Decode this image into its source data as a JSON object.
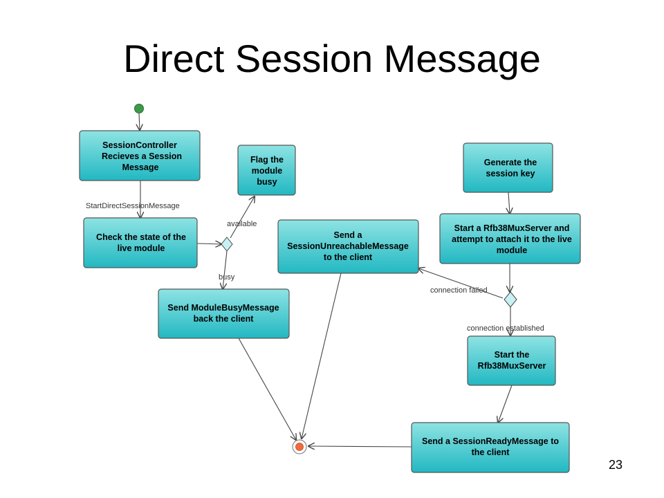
{
  "slide": {
    "title": "Direct Session Message",
    "page_number": "23"
  },
  "diagram": {
    "nodes": [
      {
        "id": "n_recv",
        "lines": [
          "SessionController",
          "Recieves a Session",
          "Message"
        ]
      },
      {
        "id": "n_check",
        "lines": [
          "Check the state of the",
          "live module"
        ]
      },
      {
        "id": "n_flag",
        "lines": [
          "Flag the",
          "module",
          "busy"
        ]
      },
      {
        "id": "n_busymsg",
        "lines": [
          "Send ModuleBusyMessage",
          "back the client"
        ]
      },
      {
        "id": "n_unreach",
        "lines": [
          "Send a",
          "SessionUnreachableMessage",
          "to the client"
        ]
      },
      {
        "id": "n_genkey",
        "lines": [
          "Generate the",
          "session key"
        ]
      },
      {
        "id": "n_startmux",
        "lines": [
          "Start a Rfb38MuxServer and",
          "attempt to attach it to the live",
          "module"
        ]
      },
      {
        "id": "n_startrfb",
        "lines": [
          "Start the",
          "Rfb38MuxServer"
        ]
      },
      {
        "id": "n_ready",
        "lines": [
          "Send a SessionReadyMessage to",
          "the client"
        ]
      }
    ],
    "edge_labels": {
      "start_direct": "StartDirectSessionMessage",
      "available": "available",
      "busy": "busy",
      "connection_failed": "connection failed",
      "connection_established": "connection established"
    },
    "colors": {
      "node_top": "#8ee3e3",
      "node_bottom": "#22b8c2",
      "node_border": "#555555",
      "start_node": "#3e9a4a",
      "end_node": "#f26a3d",
      "decision_fill": "#c9f1f4"
    }
  }
}
